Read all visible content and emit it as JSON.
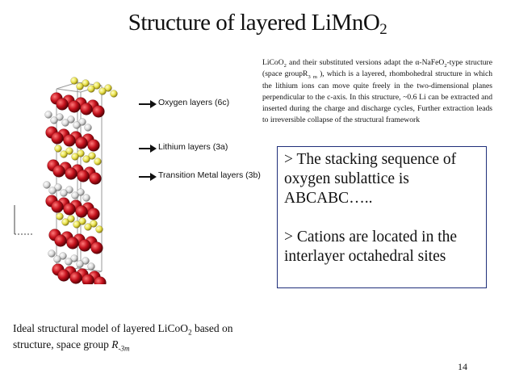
{
  "slide": {
    "title_main": "Structure of layered LiMnO",
    "title_sub": "2",
    "page_number": "14"
  },
  "figure": {
    "labels": {
      "oxygen": "Oxygen layers (6c)",
      "lithium": "Lithium layers (3a)",
      "transition": "Transition Metal layers (3b)"
    },
    "atom_colors": {
      "oxygen": "#c4111c",
      "lithium": "#e8e04a",
      "transition_metal": "#d9d9d9"
    }
  },
  "paragraph": {
    "p1": "LiCoO",
    "p1_sub": "2",
    "p2": " and their substituted versions adapt the α-NaFeO",
    "p2_sub": "2",
    "p3": "-type structure (space groupR",
    "p3_sub": "3",
    "p3_sub2": "m",
    "p4": " ), which is a layered, rhombohedral structure in which the lithium ions can move quite freely in the two-dimensional planes perpendicular to the c-axis. In this structure, ~0.6 Li can be extracted and inserted during the charge and discharge cycles, Further extraction leads to irreversible collapse of the structural framework"
  },
  "callout": {
    "line1": "> The stacking sequence of oxygen sublattice is ABCABC…..",
    "line2": "> Cations are located in the interlayer octahedral sites"
  },
  "caption": {
    "c1": "Ideal structural model of layered LiCoO",
    "c1_sub": "2",
    "c2": " based on structure, space group ",
    "c3": "R",
    "c3_sub": "-3m"
  }
}
